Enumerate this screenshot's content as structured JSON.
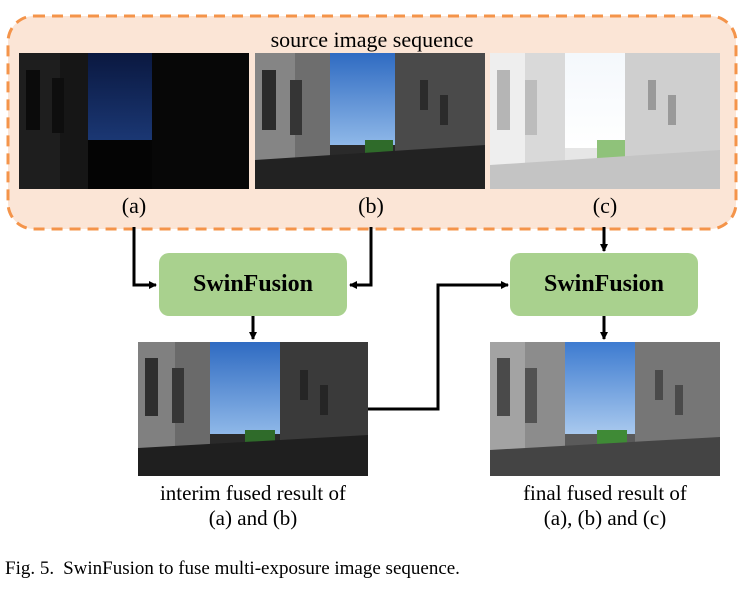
{
  "group_title": "source image sequence",
  "sources": [
    {
      "label": "(a)",
      "exposure": "under-exposed"
    },
    {
      "label": "(b)",
      "exposure": "medium-exposed"
    },
    {
      "label": "(c)",
      "exposure": "over-exposed"
    }
  ],
  "fusion_left": "SwinFusion",
  "fusion_right": "SwinFusion",
  "interim_result": {
    "line1": "interim fused result of",
    "line2": "(a) and (b)"
  },
  "final_result": {
    "line1": "final fused result of",
    "line2": "(a), (b) and (c)"
  },
  "caption": {
    "number": "Fig. 5.",
    "text": "SwinFusion to fuse multi-exposure image sequence."
  },
  "colors": {
    "group_border": "#f4944a",
    "group_fill": "#fbe5d6",
    "fusion_box": "#a9d18e",
    "arrow": "#000000"
  }
}
